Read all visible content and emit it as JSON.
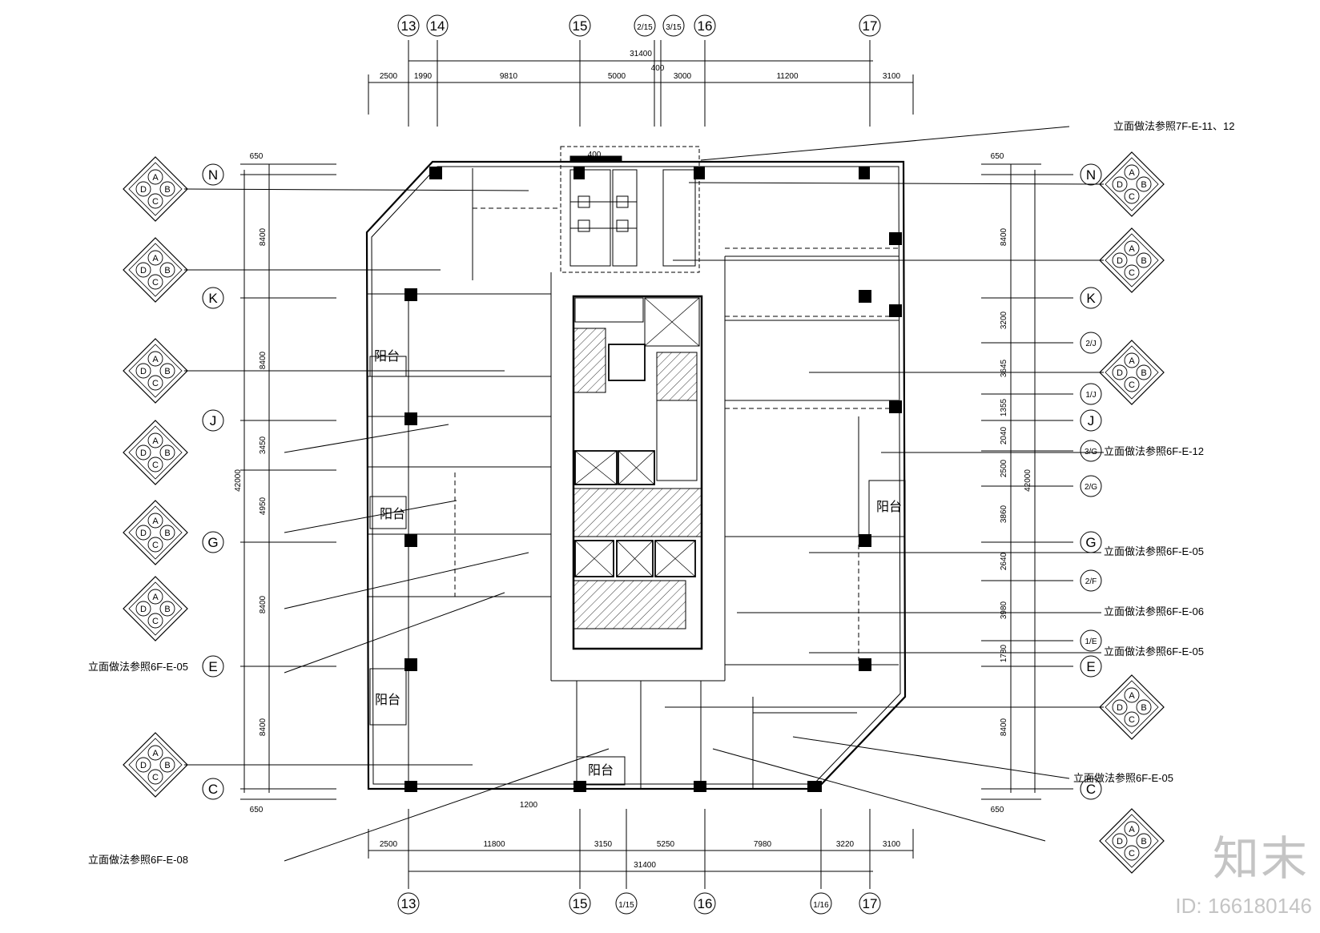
{
  "grid_top": {
    "labels": [
      "13",
      "14",
      "15",
      "2/15",
      "3/15",
      "16",
      "17"
    ],
    "total": "31400",
    "dims": [
      "2500",
      "1990",
      "9810",
      "5000",
      "400",
      "3000",
      "11200",
      "3100"
    ]
  },
  "grid_bottom": {
    "labels": [
      "13",
      "15",
      "1/15",
      "16",
      "1/16",
      "17"
    ],
    "total": "31400",
    "dims": [
      "2500",
      "11800",
      "3150",
      "5250",
      "7980",
      "3220",
      "3100"
    ]
  },
  "grid_left": {
    "labels": [
      "N",
      "K",
      "J",
      "G",
      "E",
      "C"
    ],
    "dims": [
      "650",
      "8400",
      "8400",
      "3450",
      "4950",
      "8400",
      "8400",
      "650"
    ],
    "total": "42000"
  },
  "grid_right": {
    "labels": [
      "N",
      "K",
      "2/J",
      "1/J",
      "J",
      "3/G",
      "2/G",
      "G",
      "2/F",
      "1/E",
      "E",
      "C"
    ],
    "dims": [
      "650",
      "8400",
      "3200",
      "3645",
      "1355",
      "2040",
      "2500",
      "3860",
      "2640",
      "3980",
      "1780",
      "8400",
      "650"
    ],
    "total": "42000"
  },
  "notes": {
    "top_right": "立面做法参照7F-E-11、12",
    "right_3g": "立面做法参照6F-E-12",
    "right_g": "立面做法参照6F-E-05",
    "right_2f": "立面做法参照6F-E-06",
    "right_e": "立面做法参照6F-E-05",
    "right_c": "立面做法参照6F-E-05",
    "left_e": "立面做法参照6F-E-05",
    "left_bottom": "立面做法参照6F-E-08"
  },
  "rooms": {
    "balcony": "阳台",
    "balcony_bottom": "阳台"
  },
  "small_dims": {
    "top_box": "400",
    "bottom_wall": "1200"
  },
  "elevation_symbol": {
    "letters": [
      "A",
      "B",
      "C",
      "D"
    ]
  },
  "watermark": {
    "brand": "知末",
    "id": "ID: 166180146"
  }
}
